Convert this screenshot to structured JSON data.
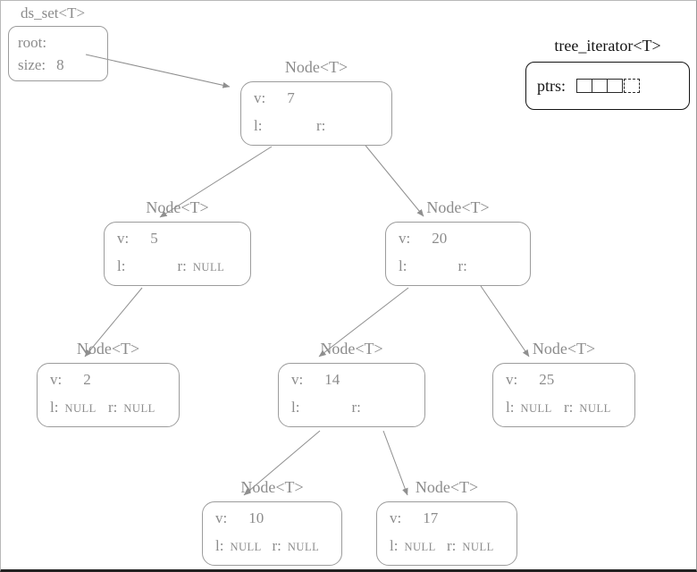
{
  "ds_set": {
    "title": "ds_set<T>",
    "root_label": "root:",
    "size_label": "size:",
    "size_value": "8"
  },
  "iterator": {
    "title": "tree_iterator<T>",
    "ptrs_label": "ptrs:"
  },
  "labels": {
    "node_type": "Node<T>",
    "v": "v:",
    "l": "l:",
    "r": "r:"
  },
  "nodes": [
    {
      "value": "7",
      "left": "",
      "right": ""
    },
    {
      "value": "5",
      "left": "",
      "right": "NULL"
    },
    {
      "value": "20",
      "left": "",
      "right": ""
    },
    {
      "value": "2",
      "left": "NULL",
      "right": "NULL"
    },
    {
      "value": "14",
      "left": "",
      "right": ""
    },
    {
      "value": "25",
      "left": "NULL",
      "right": "NULL"
    },
    {
      "value": "10",
      "left": "NULL",
      "right": "NULL"
    },
    {
      "value": "17",
      "left": "NULL",
      "right": "NULL"
    }
  ],
  "colors": {
    "gray_text": "#8c8c8c",
    "gray_border": "#9c9c9c",
    "black": "#141414"
  }
}
